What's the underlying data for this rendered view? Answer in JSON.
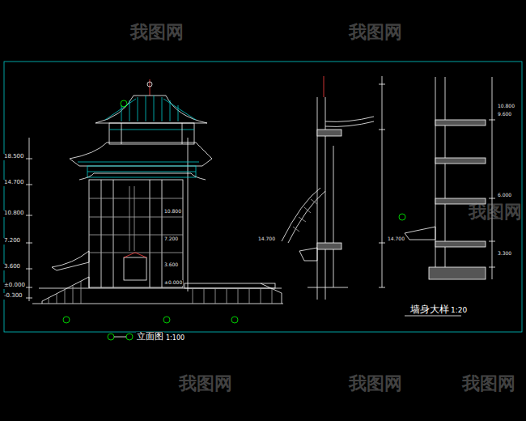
{
  "diagram": {
    "labels": [
      "18.500",
      "14.700",
      "10.800",
      "7.200",
      "3.600",
      "±0.000",
      "-0.300",
      "10.800",
      "7.200",
      "3.600",
      "±0.000",
      "14.700",
      "14.700",
      "10.800",
      "9.600",
      "6.000",
      "3.300",
      "立面图",
      "1:100",
      "墙身大样",
      "1:20",
      "我图网",
      "我图网",
      "我图网",
      "我图网",
      "我图网",
      "我图网"
    ]
  }
}
